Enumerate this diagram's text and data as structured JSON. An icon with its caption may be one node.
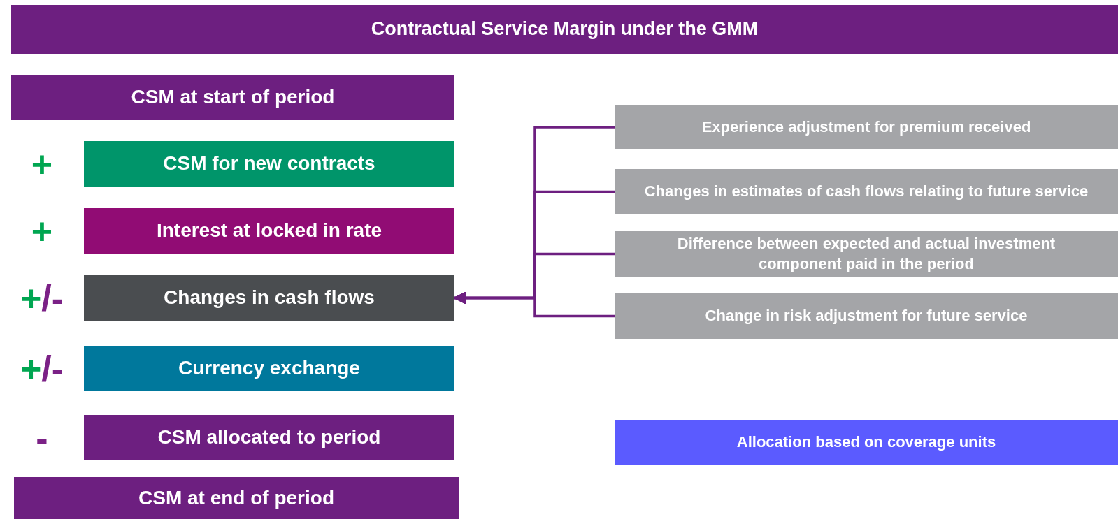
{
  "diagram": {
    "nodes": [
      {
        "text": [
          "Contractual Service Margin under the GMM"
        ]
      },
      {
        "text": [
          "CSM at start of period"
        ]
      },
      {
        "text": [
          "CSM for new contracts"
        ],
        "beside": [
          "+"
        ]
      },
      {
        "text": [
          "Interest at locked in rate"
        ],
        "beside": [
          "+"
        ]
      },
      {
        "text": [
          "Changes in cash flows"
        ],
        "beside": [
          "+/-"
        ]
      },
      {
        "text": [
          "Currency exchange"
        ],
        "beside": [
          "+/-"
        ]
      },
      {
        "text": [
          "CSM allocated to period"
        ],
        "beside": [
          "-"
        ]
      },
      {
        "text": [
          "CSM at end of period"
        ]
      },
      {
        "text": [
          "Experience adjustment for premium received"
        ]
      },
      {
        "text": [
          "Changes in estimates of cash flows relating to future service"
        ]
      },
      {
        "text": [
          "Difference between expected and actual investment component paid in the period"
        ]
      },
      {
        "text": [
          "Change in risk adjustment for future service"
        ]
      },
      {
        "text": [
          "Allocation based on coverage units"
        ]
      }
    ],
    "edges": [
      {
        "from": 8,
        "to": 4,
        "arrow": "to"
      },
      {
        "from": 9,
        "to": 4,
        "arrow": "to"
      },
      {
        "from": 10,
        "to": 4,
        "arrow": "to"
      },
      {
        "from": 11,
        "to": 4,
        "arrow": "to"
      }
    ]
  }
}
